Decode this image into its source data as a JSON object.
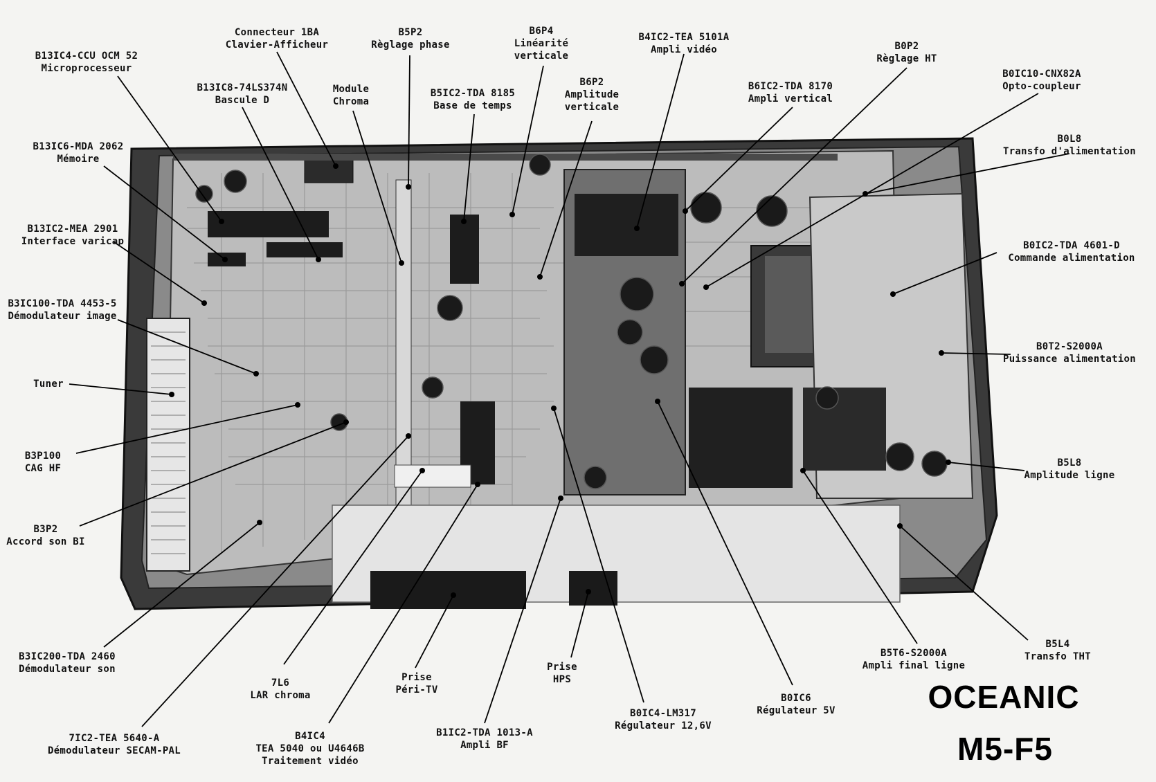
{
  "title": {
    "line1": "OCEANIC",
    "line2": "M5-F5"
  },
  "labels": [
    {
      "id": "b13ic4",
      "line1": "B13IC4-CCU OCM 52",
      "line2": "Microprocesseur"
    },
    {
      "id": "con1ba",
      "line1": "Connecteur 1BA",
      "line2": "Clavier-Afficheur"
    },
    {
      "id": "b5p2",
      "line1": "B5P2",
      "line2": "Règlage phase"
    },
    {
      "id": "b6p4",
      "line1": "B6P4",
      "line2": "Linéarité",
      "line3": "verticale"
    },
    {
      "id": "b4ic2",
      "line1": "B4IC2-TEA 5101A",
      "line2": "Ampli vidéo"
    },
    {
      "id": "b0p2",
      "line1": "B0P2",
      "line2": "Règlage HT"
    },
    {
      "id": "b0ic10",
      "line1": "B0IC10-CNX82A",
      "line2": "Opto-coupleur"
    },
    {
      "id": "b13ic8",
      "line1": "B13IC8-74LS374N",
      "line2": "Bascule D"
    },
    {
      "id": "chroma",
      "line1": "Module",
      "line2": "Chroma"
    },
    {
      "id": "b5ic2",
      "line1": "B5IC2-TDA 8185",
      "line2": "Base de temps"
    },
    {
      "id": "b6p2",
      "line1": "B6P2",
      "line2": "Amplitude",
      "line3": "verticale"
    },
    {
      "id": "b6ic2",
      "line1": "B6IC2-TDA 8170",
      "line2": "Ampli vertical"
    },
    {
      "id": "b0l8",
      "line1": "B0L8",
      "line2": "Transfo d'alimentation"
    },
    {
      "id": "b13ic6",
      "line1": "B13IC6-MDA 2062",
      "line2": "Mémoire"
    },
    {
      "id": "b13ic2",
      "line1": "B13IC2-MEA 2901",
      "line2": "Interface varicap"
    },
    {
      "id": "b0ic2",
      "line1": "B0IC2-TDA 4601-D",
      "line2": "Commande alimentation"
    },
    {
      "id": "b3ic100",
      "line1": "B3IC100-TDA 4453-5",
      "line2": "Démodulateur image"
    },
    {
      "id": "b0t2",
      "line1": "B0T2-S2000A",
      "line2": "Puissance alimentation"
    },
    {
      "id": "tuner",
      "line1": "Tuner"
    },
    {
      "id": "b3p100",
      "line1": "B3P100",
      "line2": "CAG HF"
    },
    {
      "id": "b5l8",
      "line1": "B5L8",
      "line2": "Amplitude ligne"
    },
    {
      "id": "b3p2",
      "line1": "B3P2",
      "line2": "Accord son BI"
    },
    {
      "id": "b5l4",
      "line1": "B5L4",
      "line2": "Transfo THT"
    },
    {
      "id": "b3ic200",
      "line1": "B3IC200-TDA 2460",
      "line2": "Démodulateur son"
    },
    {
      "id": "b5t6",
      "line1": "B5T6-S2000A",
      "line2": "Ampli final ligne"
    },
    {
      "id": "7l6",
      "line1": "7L6",
      "line2": "LAR chroma"
    },
    {
      "id": "peri",
      "line1": "Prise",
      "line2": "Péri-TV"
    },
    {
      "id": "hps",
      "line1": "Prise",
      "line2": "HPS"
    },
    {
      "id": "b0ic6",
      "line1": "B0IC6",
      "line2": "Régulateur 5V"
    },
    {
      "id": "b0ic4",
      "line1": "B0IC4-LM317",
      "line2": "Régulateur 12,6V"
    },
    {
      "id": "7ic2",
      "line1": "7IC2-TEA 5640-A",
      "line2": "Démodulateur SECAM-PAL"
    },
    {
      "id": "b4ic4",
      "line1": "B4IC4",
      "line2": "TEA 5040 ou U4646B",
      "line3": "Traitement vidéo"
    },
    {
      "id": "b1ic2",
      "line1": "B1IC2-TDA 1013-A",
      "line2": "Ampli BF"
    }
  ]
}
